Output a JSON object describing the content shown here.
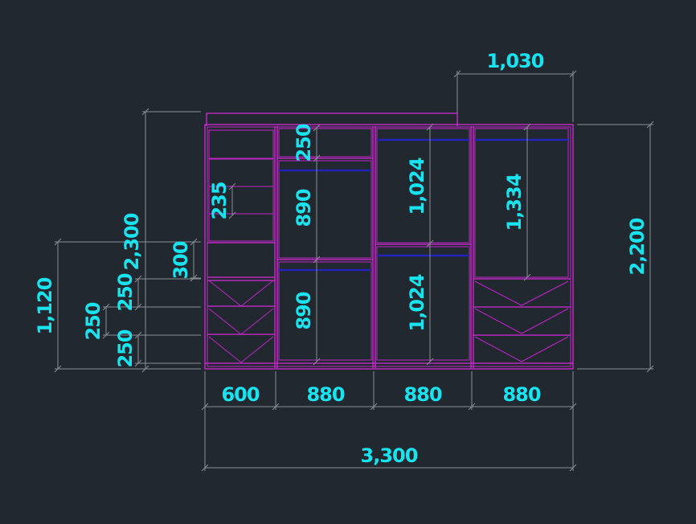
{
  "colors": {
    "background": "#212830",
    "cabinet_lines": "#d62ad6",
    "hanging_rails": "#2323b8",
    "dimension_lines": "#8a8f95",
    "dimension_text": "#19e3ee"
  },
  "dimensions": {
    "top_offset": "1,030",
    "overall_width": "3,300",
    "width_600": "600",
    "width_880_a": "880",
    "width_880_b": "880",
    "width_880_c": "880",
    "right_height": "2,200",
    "total_height": "2,300",
    "drawer_zone_height": "1,120",
    "shelf_300": "300",
    "drawer_250_a": "250",
    "drawer_250_b": "250",
    "drawer_250_c": "250",
    "shelf_235": "235",
    "top_shelf_250": "250",
    "hang_890_upper": "890",
    "hang_890_lower": "890",
    "hang_1024_upper": "1,024",
    "hang_1024_lower": "1,024",
    "hang_1334": "1,334"
  }
}
